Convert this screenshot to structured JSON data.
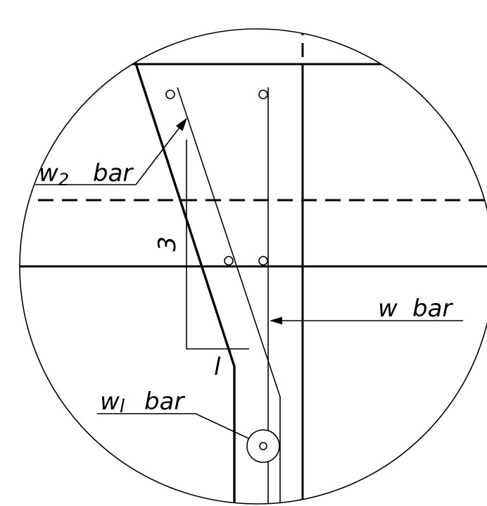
{
  "colors": {
    "ink": "#000000",
    "paper": "#ffffff"
  },
  "labels": {
    "w2_main": "w",
    "w2_sub": "2",
    "w2_suffix": "bar",
    "w_main": "w",
    "w_suffix": "bar",
    "w1_main": "w",
    "w1_sub": "l",
    "w1_suffix": "bar",
    "dim_3": "3",
    "dim_l": "l"
  }
}
